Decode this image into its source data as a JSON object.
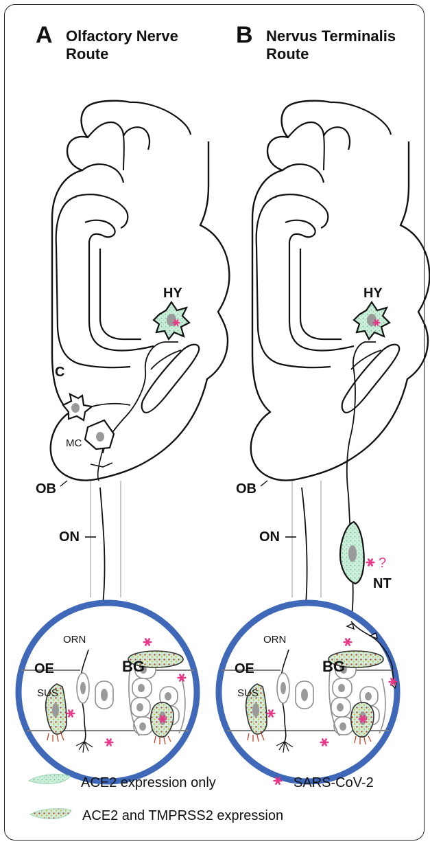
{
  "panel_a": {
    "letter": "A",
    "title_line1": "Olfactory Nerve",
    "title_line2": "Route",
    "labels": {
      "hy": "HY",
      "c": "C",
      "mc": "MC",
      "ob": "OB",
      "on": "ON",
      "orn": "ORN",
      "oe": "OE",
      "bg": "BG",
      "sus": "SUS"
    }
  },
  "panel_b": {
    "letter": "B",
    "title_line1": "Nervus Terminalis",
    "title_line2": "Route",
    "labels": {
      "hy": "HY",
      "ob": "OB",
      "on": "ON",
      "nt": "NT",
      "question": "?",
      "orn": "ORN",
      "oe": "OE",
      "bg": "BG",
      "sus": "SUS"
    }
  },
  "legend": {
    "ace2_only": "ACE2 expression only",
    "sars": "SARS-CoV-2",
    "ace2_tmprss2": "ACE2 and TMPRSS2 expression"
  },
  "colors": {
    "ace2_green": "#c8ecd6",
    "tmprss2_red": "#c8401e",
    "tmprss2_yellow": "#d8c020",
    "virus_pink": "#e8388a",
    "circle_blue": "#4068b8",
    "cell_gray": "#8a8a8a"
  }
}
